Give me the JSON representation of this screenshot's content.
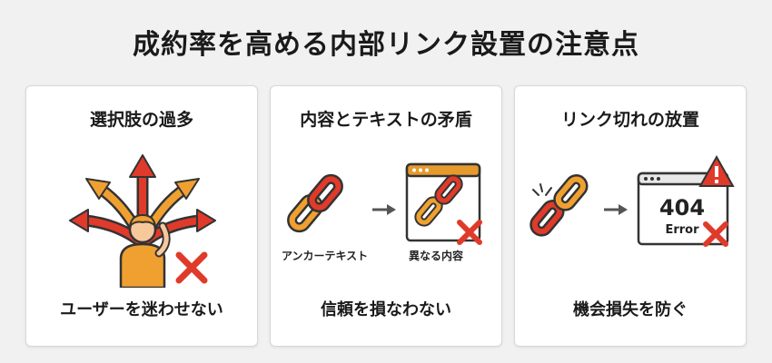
{
  "title": "成約率を高める内部リンク設置の注意点",
  "cards": [
    {
      "heading": "選択肢の過多",
      "footer": "ユーザーを迷わせない"
    },
    {
      "heading": "内容とテキストの矛盾",
      "footer": "信頼を損なわない",
      "captions": [
        "アンカーテキスト",
        "異なる内容"
      ]
    },
    {
      "heading": "リンク切れの放置",
      "footer": "機会損失を防ぐ",
      "error_code": "404",
      "error_text": "Error"
    }
  ],
  "colors": {
    "orange": "#f0a030",
    "red": "#e03a2a",
    "dark": "#333333",
    "window_bar": "#e69a2e"
  }
}
